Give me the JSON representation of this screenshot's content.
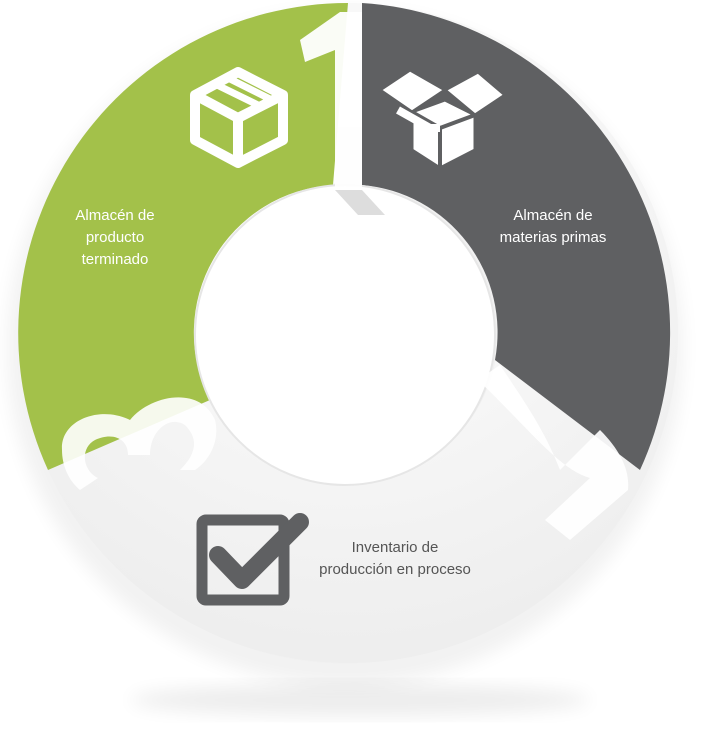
{
  "diagram": {
    "segments": [
      {
        "key": "green",
        "number": "1",
        "label": "Almacén de\nproducto\nterminado",
        "color": "#a3c14a",
        "text_color": "#ffffff",
        "icon": "closed-box-icon"
      },
      {
        "key": "gray",
        "number": "2",
        "label": "Almacén de\nmaterias primas",
        "color": "#5f6062",
        "text_color": "#ffffff",
        "icon": "open-box-icon"
      },
      {
        "key": "white",
        "number": "3",
        "label": "Inventario de\nproducción en proceso",
        "color": "#f4f4f4",
        "text_color": "#555555",
        "icon": "checkbox-check-icon"
      }
    ]
  }
}
